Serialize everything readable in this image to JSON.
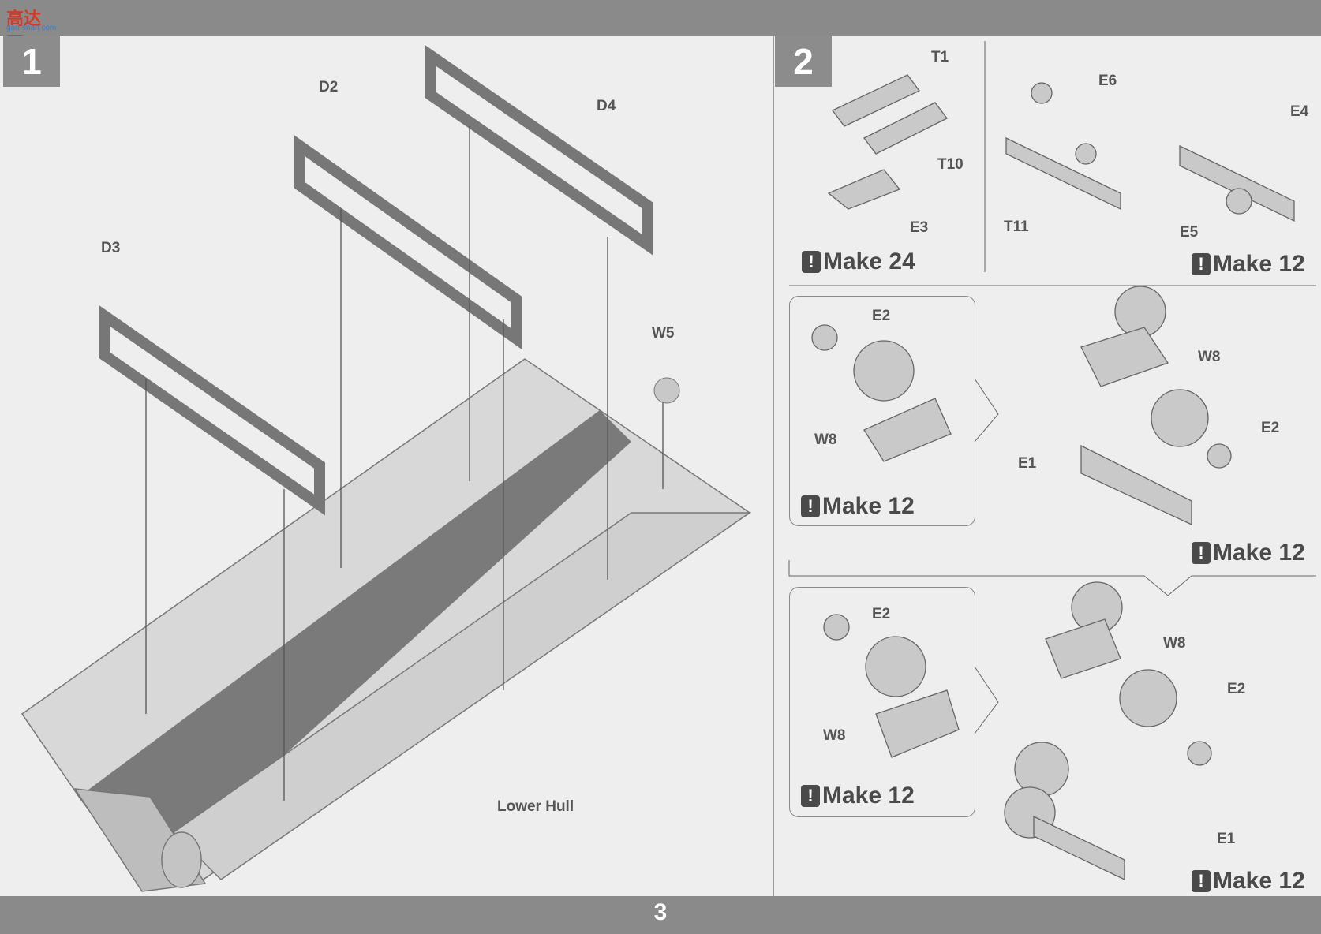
{
  "header": {
    "logo_text": "高达网",
    "logo_sub": "gao-shan.com"
  },
  "page_number": "3",
  "step1": {
    "number": "1",
    "labels": {
      "d2": "D2",
      "d3": "D3",
      "d4": "D4",
      "w5": "W5",
      "lower_hull": "Lower Hull"
    }
  },
  "step2": {
    "number": "2",
    "labels": {
      "t1": "T1",
      "t10": "T10",
      "e3": "E3",
      "e6": "E6",
      "t11": "T11",
      "e4": "E4",
      "e5": "E5",
      "e2_a": "E2",
      "w8_a": "W8",
      "w8_b": "W8",
      "e2_b": "E2",
      "e1_b": "E1",
      "e2_c": "E2",
      "w8_c": "W8",
      "w8_d": "W8",
      "e2_d": "E2",
      "e1_d": "E1"
    },
    "make": {
      "a": "Make 24",
      "b": "Make 12",
      "c": "Make 12",
      "d": "Make 12",
      "e": "Make 12",
      "f": "Make 12"
    },
    "bang": "!"
  }
}
